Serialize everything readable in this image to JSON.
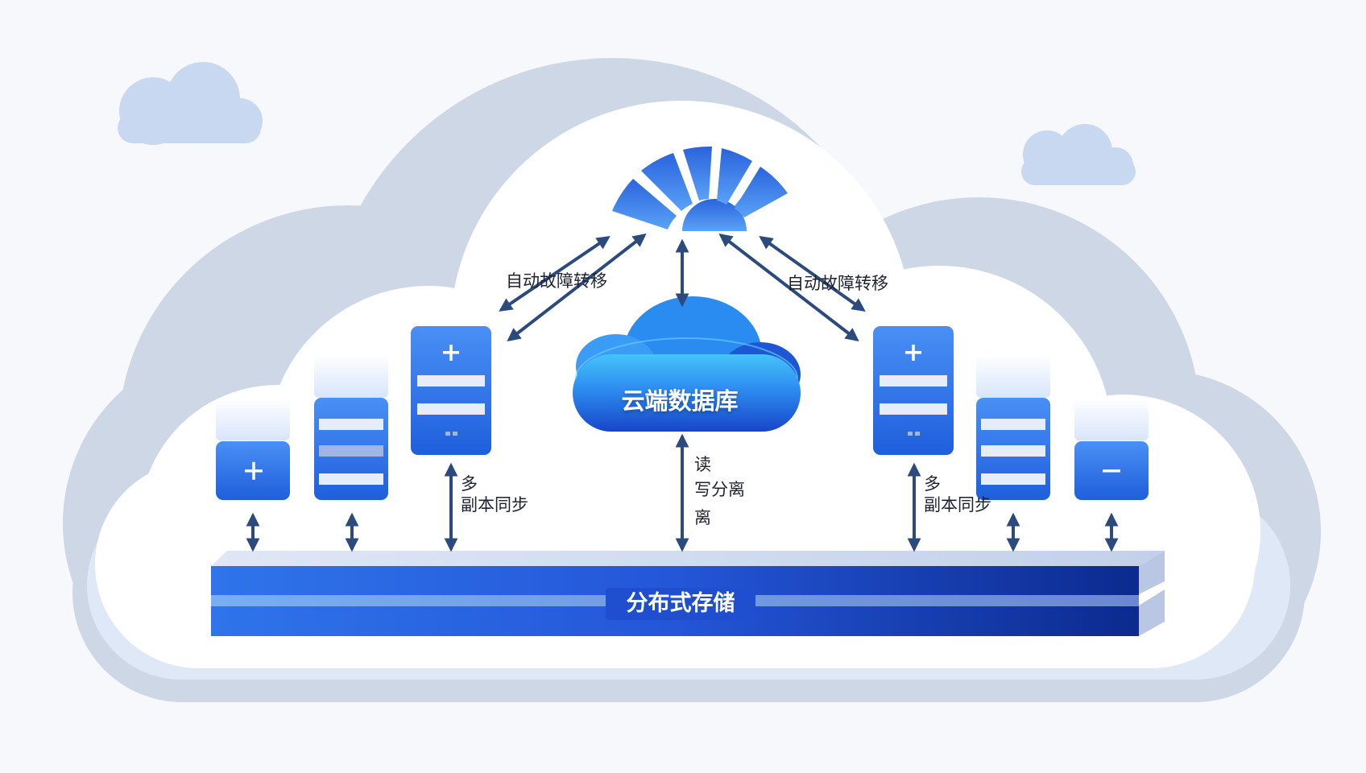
{
  "diagram": {
    "cloud_database": "云端数据库",
    "distributed_storage": "分布式存储",
    "failover_left": "自动故障转移",
    "failover_right": "自动故障转移",
    "replica_sync_left": [
      "多",
      "副本同步"
    ],
    "replica_sync_right": [
      "多",
      "副本同步"
    ],
    "read_write_split": [
      "读",
      "写分离",
      "离"
    ]
  },
  "icons": {
    "node_add": "plus-icon",
    "node_remove": "minus-icon",
    "gateway": "fan-gateway-icon",
    "cloud": "cloud-icon"
  },
  "colors": {
    "background": "#f6f8fb",
    "outer_cloud": "#cdd7e6",
    "inner_cloud": "#ffffff",
    "primary_blue": "#2f6fe6",
    "dark_blue": "#0d2f9a",
    "arrow": "#2b4a7d",
    "small_cloud": "#c7d8f0"
  }
}
